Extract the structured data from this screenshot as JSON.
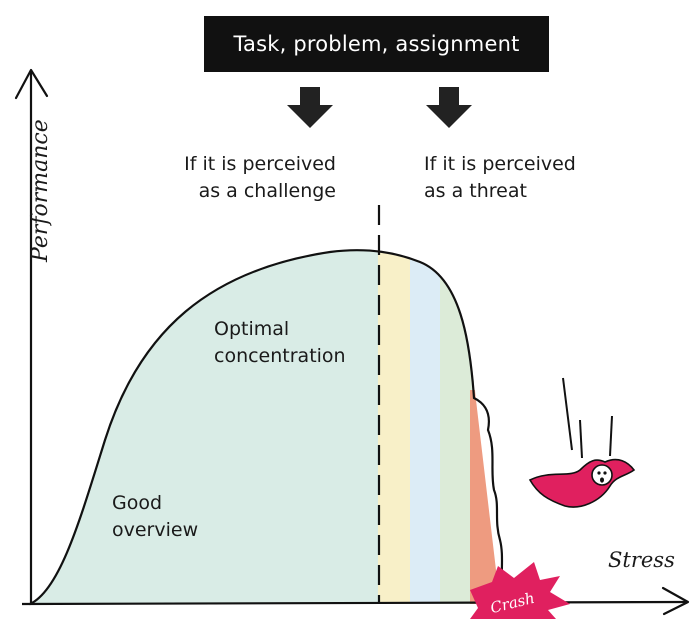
{
  "title": "Task, problem, assignment",
  "challenge_label": {
    "line1": "If it is perceived",
    "line2": "as a challenge"
  },
  "threat_label": {
    "line1": "If it is perceived",
    "line2": "as a threat"
  },
  "regions": {
    "optimal": {
      "line1": "Optimal",
      "line2": "concentration"
    },
    "overview": {
      "line1": "Good",
      "line2": "overview"
    }
  },
  "axes": {
    "y": "Performance",
    "x": "Stress"
  },
  "crash_label": "Crash",
  "colors": {
    "curve_fill": "#d9ece6",
    "band_yellow": "#f8f0c8",
    "band_blue": "#dcecf6",
    "band_green": "#dcebd8",
    "band_salmon": "#ee9b80",
    "figure_pink": "#e0205f",
    "arrow": "#222222",
    "title_bg": "#111111"
  }
}
